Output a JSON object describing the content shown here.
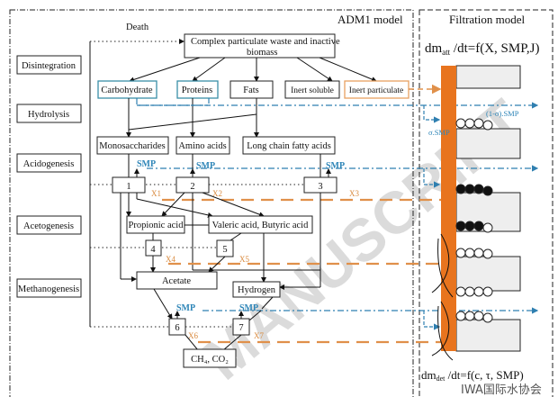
{
  "titles": {
    "adm1": "ADM1 model",
    "filtration": "Filtration model",
    "death": "Death"
  },
  "equations": {
    "attach_prefix": "dm",
    "attach_sub": "att",
    "attach_rest": " /dt=f(X, SMP,J)",
    "detach_prefix": "dm",
    "detach_sub": "det",
    "detach_rest": " /dt=f(c, τ, SMP)"
  },
  "stages": [
    "Disintegration",
    "Hydrolysis",
    "Acidogenesis",
    "Acetogenesis",
    "Methanogenesis"
  ],
  "nodes": {
    "complex_line1": "Complex particulate waste and inactive",
    "complex_line2": "biomass",
    "carbohydrate": "Carbohydrate",
    "proteins": "Proteins",
    "fats": "Fats",
    "inert_soluble": "Inert soluble",
    "inert_particulate": "Inert particulate",
    "monosaccharides": "Monosaccharides",
    "amino_acids": "Amino acids",
    "lcfa": "Long chain fatty acids",
    "propionic": "Propionic acid",
    "valeric_butyric": "Valeric acid, Butyric acid",
    "acetate": "Acetate",
    "hydrogen": "Hydrogen",
    "products": "CH₄, CO₂"
  },
  "processes": [
    "1",
    "2",
    "3",
    "4",
    "5",
    "6",
    "7"
  ],
  "smp_label": "SMP",
  "biomass_labels": [
    "X1",
    "X2",
    "X3",
    "X4",
    "X5",
    "X6",
    "X7"
  ],
  "membrane_labels": {
    "pass": "(1-σ).SMP",
    "retained": "σ.SMP"
  },
  "watermark": "MANUSCRIPT",
  "logo_text": "IWA国际水协会",
  "colors": {
    "smp": "#2f86b8",
    "biomass": "#e0904a",
    "membrane": "#e8741e",
    "cake": "#eeeeee"
  }
}
